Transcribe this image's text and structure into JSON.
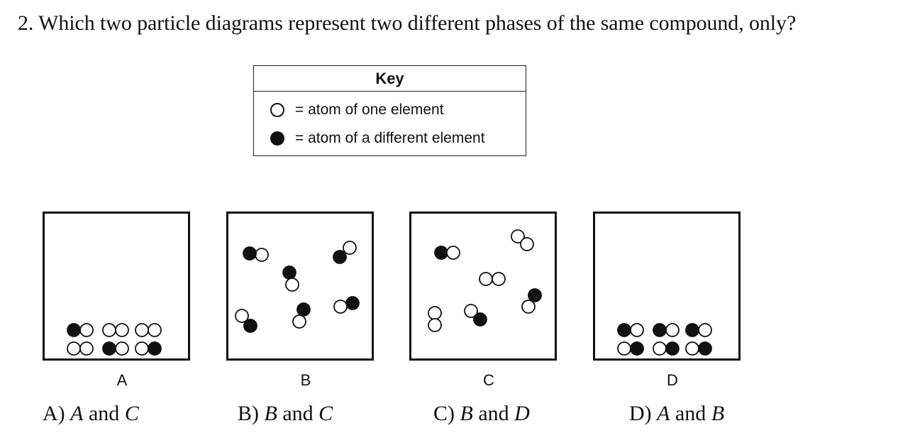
{
  "question": {
    "text": "2. Which two particle diagrams represent two different phases of the same compound, only?"
  },
  "key": {
    "title": "Key",
    "items": [
      {
        "icon": "open-circle-icon",
        "text": "= atom of one element"
      },
      {
        "icon": "filled-circle-icon",
        "text": "= atom of a different element"
      }
    ]
  },
  "diagrams": [
    {
      "label": "A"
    },
    {
      "label": "B"
    },
    {
      "label": "C"
    },
    {
      "label": "D"
    }
  ],
  "answers": [
    {
      "letter": "A)",
      "first": "A",
      "conj": "and",
      "second": "C"
    },
    {
      "letter": "B)",
      "first": "B",
      "conj": "and",
      "second": "C"
    },
    {
      "letter": "C)",
      "first": "B",
      "conj": "and",
      "second": "D"
    },
    {
      "letter": "D)",
      "first": "A",
      "conj": "and",
      "second": "B"
    }
  ]
}
